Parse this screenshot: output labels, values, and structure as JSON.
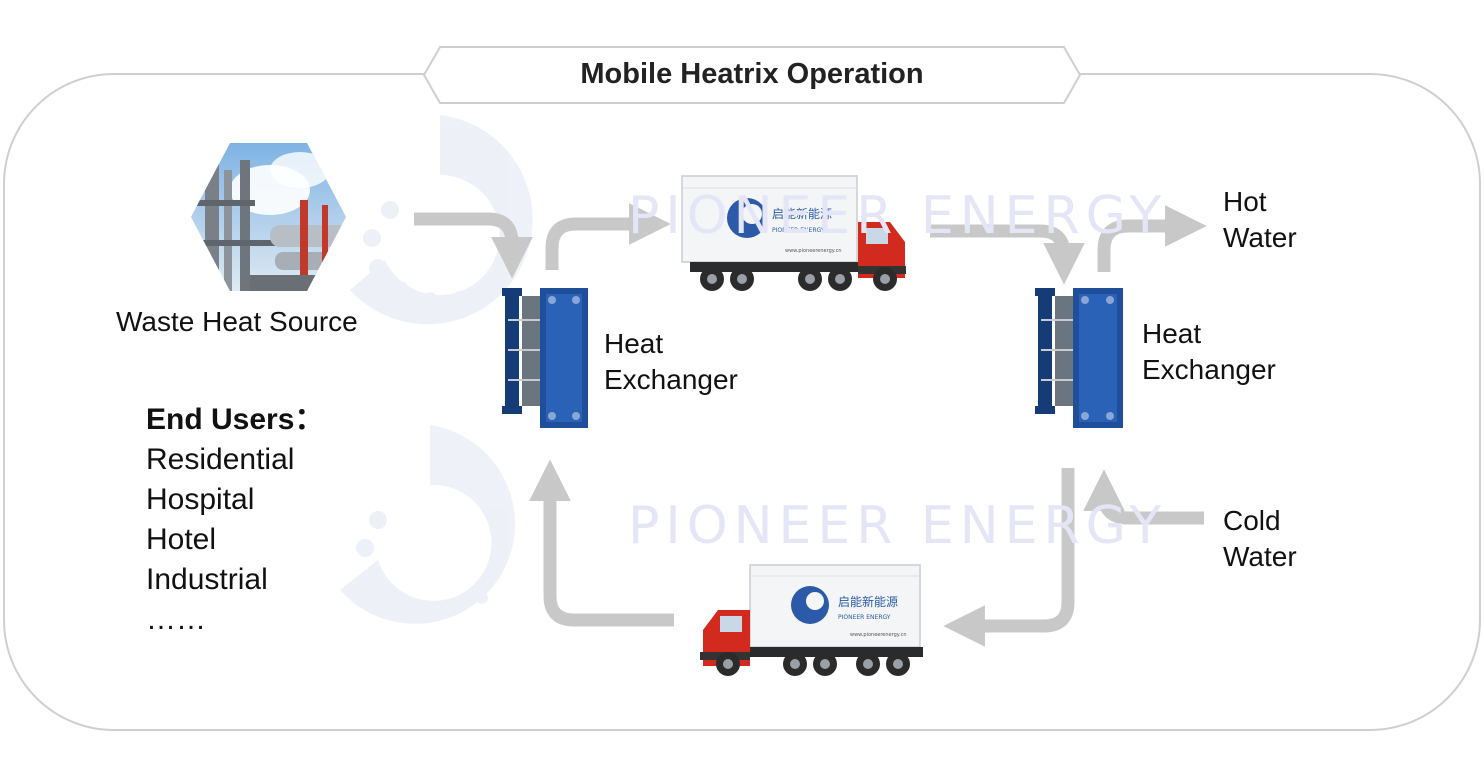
{
  "title": "Mobile Heatrix Operation",
  "waste_heat_source": "Waste Heat Source",
  "heat_exchanger_left": [
    "Heat",
    "Exchanger"
  ],
  "heat_exchanger_right": [
    "Heat",
    "Exchanger"
  ],
  "hot_water": [
    "Hot",
    "Water"
  ],
  "cold_water": [
    "Cold",
    "Water"
  ],
  "end_users": {
    "heading": "End Users：",
    "items": [
      "Residential",
      "Hospital",
      "Hotel",
      "Industrial",
      "……"
    ]
  },
  "watermark": "PIONEER ENERGY",
  "truck_brand": {
    "cn": "启能新能源",
    "en": "PIONEER ENERGY",
    "url_top": "www.pioneerenergy.cn",
    "url_bottom": "www.pioneerenergy.cn"
  },
  "colors": {
    "arrow": "#c8c8c8",
    "frame": "#cfcfcf",
    "exchanger": "#1f4f9a",
    "truck_cab": "#d22a1f",
    "logo_blue": "#2a5aa8",
    "watermark": "#e4e6f7"
  }
}
